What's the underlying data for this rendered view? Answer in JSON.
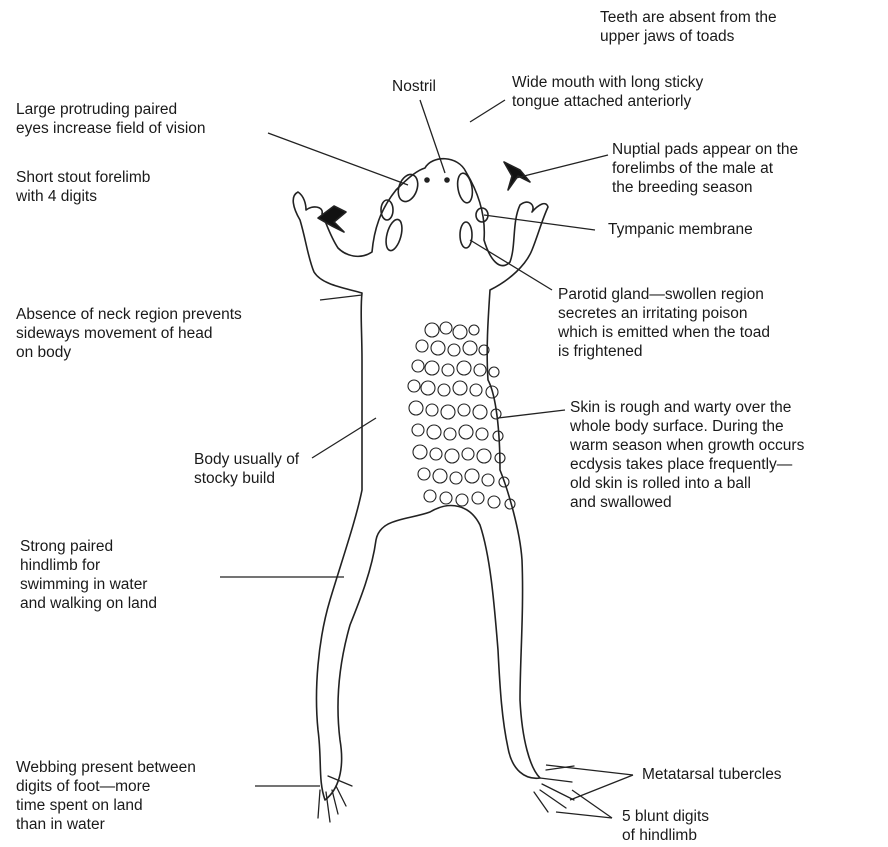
{
  "labels": {
    "teeth": "Teeth are absent from the\nupper jaws of toads",
    "nostril": "Nostril",
    "mouth": "Wide mouth with long sticky\ntongue attached anteriorly",
    "eyes": "Large protruding paired\neyes increase field of vision",
    "nuptial": "Nuptial pads appear on the\nforelimbs of the male at\nthe breeding season",
    "forelimb": "Short stout forelimb\nwith 4 digits",
    "tympanic": "Tympanic membrane",
    "parotid": "Parotid gland—swollen region\nsecretes an irritating poison\nwhich is emitted when the toad\nis frightened",
    "neck": "Absence of neck region prevents\nsideways movement of head\non body",
    "skin": "Skin is rough and warty over the\nwhole body surface. During the\nwarm season when growth occurs\necdysis takes place frequently—\nold skin is rolled into a ball\nand swallowed",
    "body": "Body usually of\nstocky build",
    "hindlimb": "Strong paired\nhindlimb for\nswimming in water\nand walking on land",
    "webbing": "Webbing present between\ndigits of foot—more\ntime spent on land\nthan in water",
    "metatarsal": "Metatarsal tubercles",
    "digits": "5 blunt digits\nof hindlimb"
  }
}
